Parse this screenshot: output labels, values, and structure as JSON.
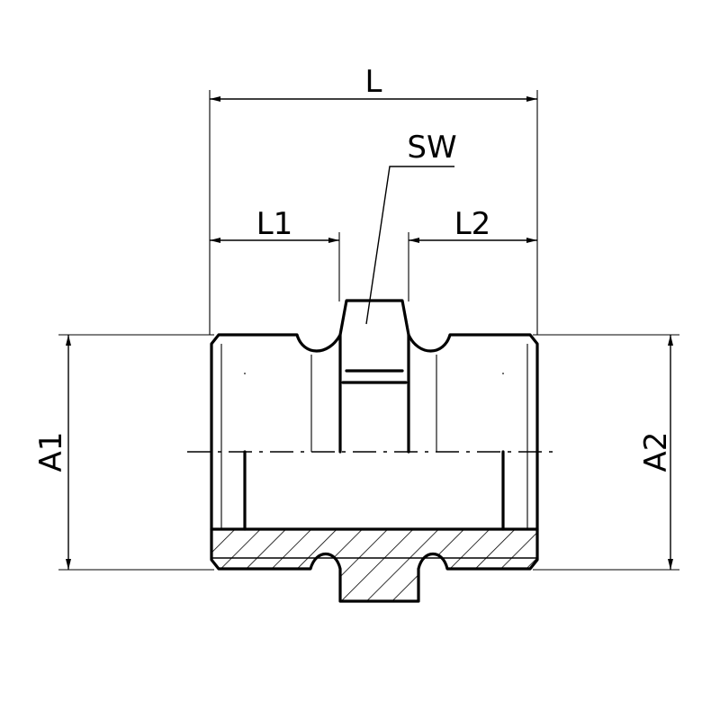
{
  "drawing": {
    "type": "technical-drawing",
    "subject": "threaded adapter fitting",
    "dimensions": {
      "overall_length": "L",
      "wrench_size": "SW",
      "thread_length_left": "L1",
      "thread_length_right": "L2",
      "thread_diameter_left": "A1",
      "thread_diameter_right": "A2"
    },
    "colors": {
      "line": "#000000",
      "background": "#ffffff"
    }
  }
}
